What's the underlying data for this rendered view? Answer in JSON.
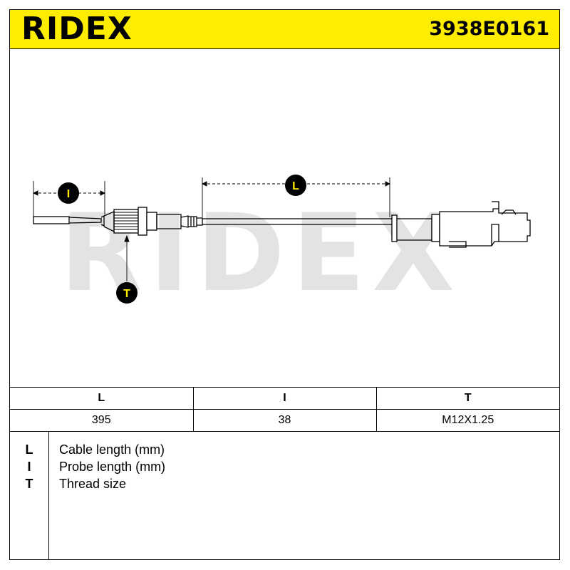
{
  "header": {
    "brand": "RIDEX",
    "part_number": "3938E0161"
  },
  "watermark": "RIDEX",
  "labels": {
    "l_label": "L",
    "i_label": "I",
    "t_label": "T"
  },
  "table": {
    "columns": [
      "L",
      "I",
      "T"
    ],
    "values": [
      "395",
      "38",
      "M12X1.25"
    ]
  },
  "legend": [
    {
      "key": "L",
      "desc": "Cable length (mm)"
    },
    {
      "key": "I",
      "desc": "Probe length (mm)"
    },
    {
      "key": "T",
      "desc": "Thread size"
    }
  ],
  "colors": {
    "header_bg": "#ffed00",
    "label_circle": "#000000",
    "label_text": "#ffed00",
    "watermark": "#e3e3e3"
  }
}
